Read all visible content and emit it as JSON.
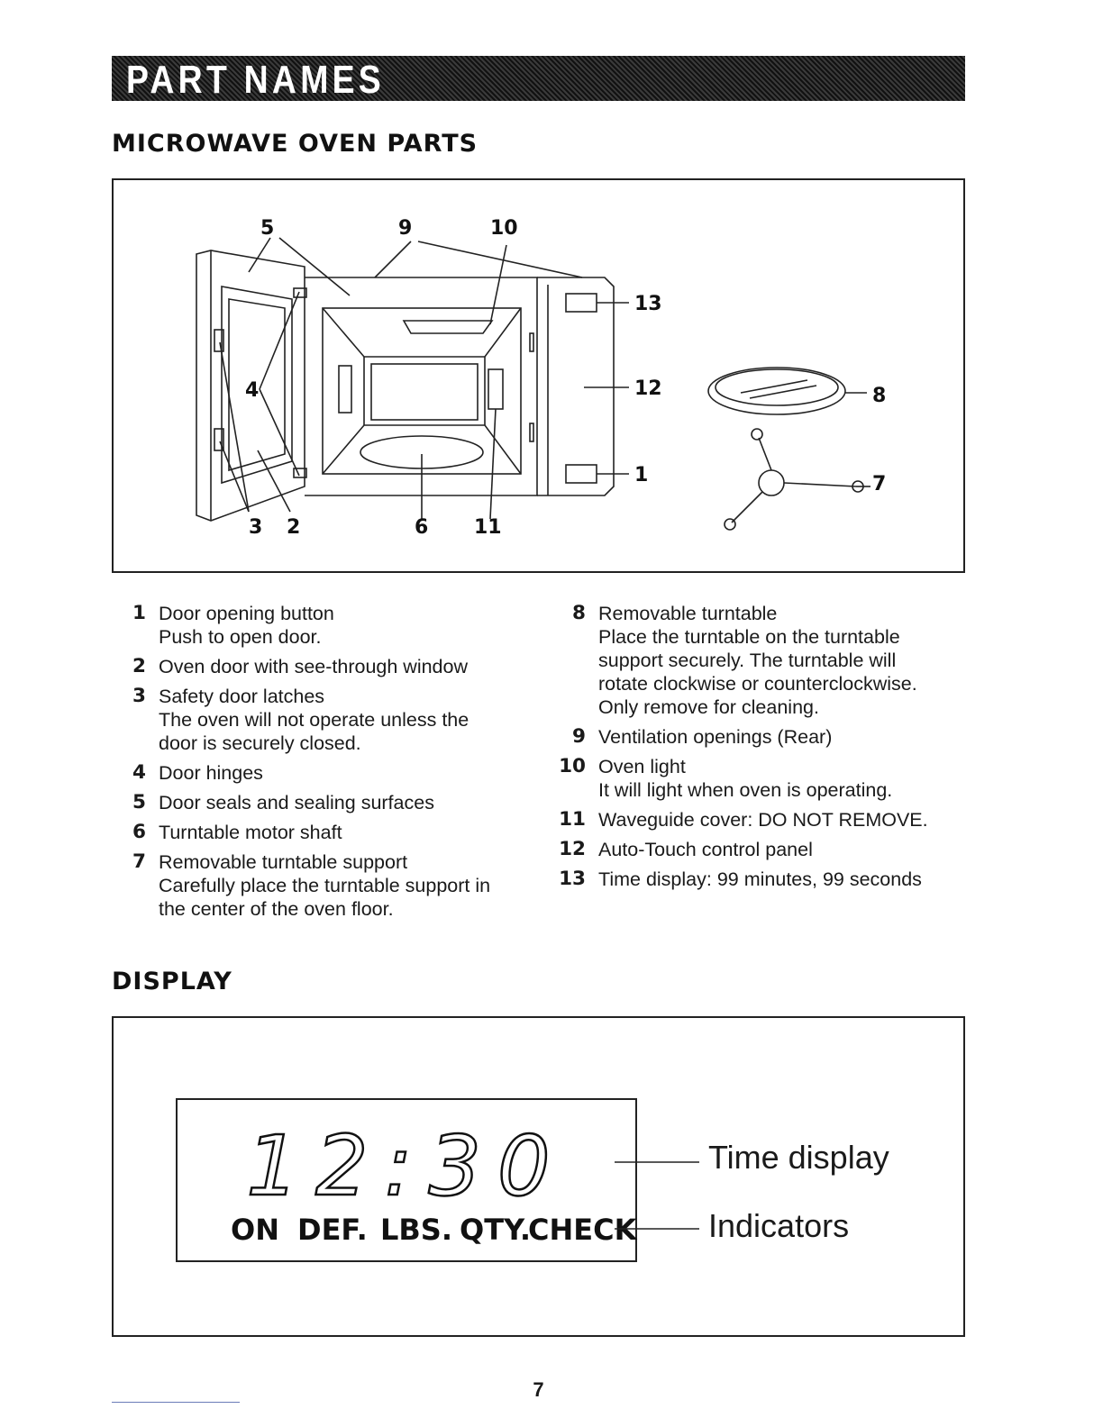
{
  "banner": {
    "title": "PART NAMES"
  },
  "section1": {
    "title": "MICROWAVE OVEN PARTS"
  },
  "diagram_labels": {
    "l5": "5",
    "l9": "9",
    "l10": "10",
    "l13": "13",
    "l12": "12",
    "l8": "8",
    "l4": "4",
    "l1": "1",
    "l7": "7",
    "l3": "3",
    "l2": "2",
    "l6": "6",
    "l11": "11"
  },
  "parts_left": [
    {
      "num": "1",
      "lines": [
        "Door opening button",
        "Push to open door."
      ]
    },
    {
      "num": "2",
      "lines": [
        "Oven door with see-through window"
      ]
    },
    {
      "num": "3",
      "lines": [
        "Safety door latches",
        "The oven will not operate unless the",
        "door is securely closed."
      ]
    },
    {
      "num": "4",
      "lines": [
        "Door hinges"
      ]
    },
    {
      "num": "5",
      "lines": [
        "Door seals and sealing surfaces"
      ]
    },
    {
      "num": "6",
      "lines": [
        "Turntable motor shaft"
      ]
    },
    {
      "num": "7",
      "lines": [
        "Removable turntable support",
        "Carefully place the turntable support in",
        "the center of the oven floor."
      ]
    }
  ],
  "parts_right": [
    {
      "num": "8",
      "lines": [
        "Removable turntable",
        "Place the turntable on the turntable",
        "support securely. The turntable will",
        "rotate clockwise or counterclockwise.",
        "Only remove for cleaning."
      ]
    },
    {
      "num": "9",
      "lines": [
        "Ventilation openings (Rear)"
      ]
    },
    {
      "num": "10",
      "lines": [
        "Oven light",
        "It will light when oven is operating."
      ]
    },
    {
      "num": "11",
      "lines": [
        "Waveguide cover: DO NOT REMOVE."
      ]
    },
    {
      "num": "12",
      "lines": [
        "Auto-Touch control panel"
      ]
    },
    {
      "num": "13",
      "lines": [
        "Time display: 99 minutes, 99 seconds"
      ]
    }
  ],
  "section2": {
    "title": "DISPLAY"
  },
  "display": {
    "time": "12:30",
    "indicators": [
      "ON",
      "DEF.",
      "LBS.",
      "QTY.",
      "CHECK"
    ],
    "callout_time": "Time display",
    "callout_indicators": "Indicators"
  },
  "page_number": "7"
}
